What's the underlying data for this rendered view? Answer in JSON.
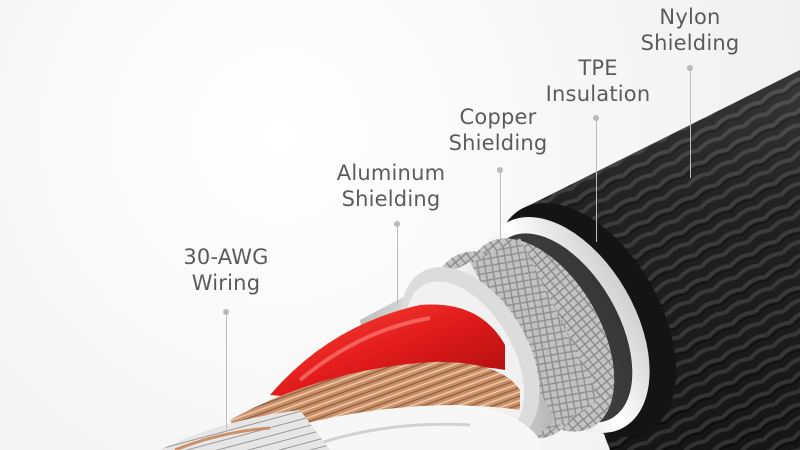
{
  "labels": [
    {
      "line1": "30-AWG",
      "line2": "Wiring"
    },
    {
      "line1": "Aluminum",
      "line2": "Shielding"
    },
    {
      "line1": "Copper",
      "line2": "Shielding"
    },
    {
      "line1": "TPE",
      "line2": "Insulation"
    },
    {
      "line1": "Nylon",
      "line2": "Shielding"
    }
  ],
  "colors": {
    "nylon": "#1c1c1c",
    "tpe": "#ffffff",
    "copper_braid": "#cfcfcf",
    "aluminum": "#e2e2e2",
    "red_insulation": "#e01a1a",
    "copper_wire": "#c9906a",
    "label_text": "#5b5b5b",
    "leader": "#bdbdbd"
  }
}
